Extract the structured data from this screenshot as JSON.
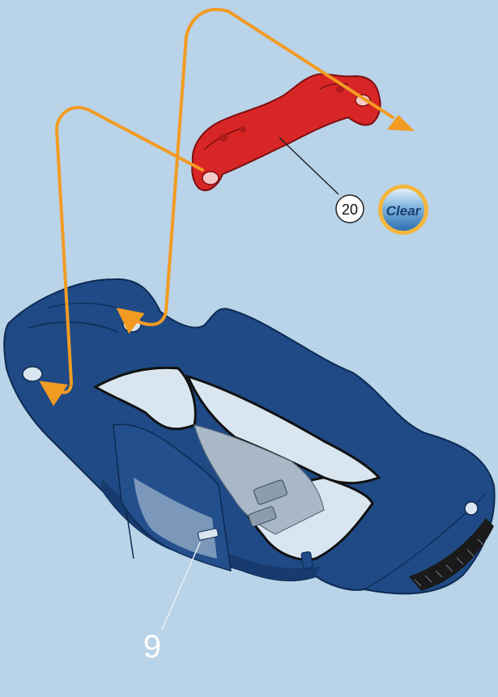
{
  "background_color": "#b9d3e8",
  "colors": {
    "body_shell": "#1f4a86",
    "body_shell_dark": "#123463",
    "window_glass": "#d9e6f0",
    "interior": "#a8b8c6",
    "part_red": "#d82626",
    "arrow_orange": "#f29b22",
    "badge_blue": "#2c6db3"
  },
  "callouts": {
    "part_number": "20",
    "finish_badge": "Clear",
    "body_number": "9"
  },
  "icons": {
    "finish_badge": "clear-finish-icon",
    "assembly_arrows": "arrow-icon"
  }
}
